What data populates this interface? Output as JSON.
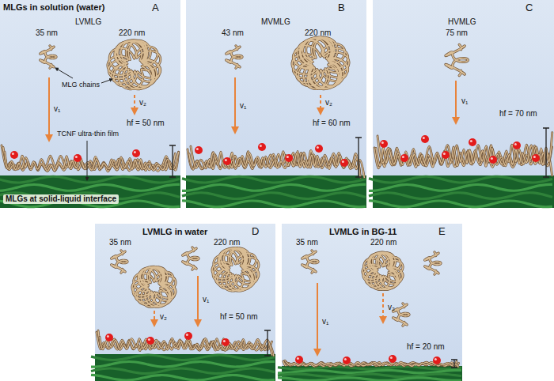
{
  "diagram": {
    "nodes": [
      {
        "text": [
          "A",
          "MLGs in solution (water)",
          "LVMLG",
          "35 nm",
          "220 nm",
          "MLG chains",
          "v₁",
          "v₂",
          "TCNF ultra-thin film",
          "hf = 50 nm",
          "MLGs at solid-liquid interface"
        ]
      },
      {
        "text": [
          "B",
          "MVMLG",
          "43 nm",
          "220 nm",
          "v₁",
          "v₂",
          "hf = 60 nm"
        ]
      },
      {
        "text": [
          "C",
          "HVMLG",
          "75 nm",
          "v₁",
          "hf = 70 nm"
        ]
      },
      {
        "text": [
          "D",
          "LVMLG in water",
          "35 nm",
          "220 nm",
          "v₂",
          "v₁",
          "hf = 50 nm"
        ]
      },
      {
        "text": [
          "E",
          "LVMLG in BG-11",
          "35 nm",
          "220 nm",
          "v₁",
          "v₂",
          "hf = 20 nm"
        ]
      }
    ]
  }
}
